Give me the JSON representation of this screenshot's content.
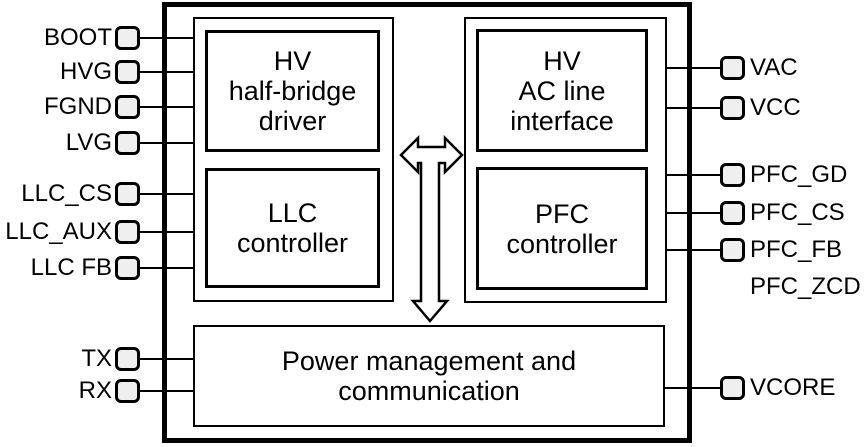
{
  "blocks": {
    "hv_half_bridge_driver": {
      "lines": [
        "HV",
        "half-bridge",
        "driver"
      ]
    },
    "llc_controller": {
      "lines": [
        "LLC",
        "controller"
      ]
    },
    "hv_ac_line_interface": {
      "lines": [
        "HV",
        "AC line",
        "interface"
      ]
    },
    "pfc_controller": {
      "lines": [
        "PFC",
        "controller"
      ]
    },
    "power_management": {
      "lines": [
        "Power management and",
        "communication"
      ]
    }
  },
  "pins_left": [
    {
      "label": "BOOT",
      "has_pad": true
    },
    {
      "label": "HVG",
      "has_pad": true
    },
    {
      "label": "FGND",
      "has_pad": true
    },
    {
      "label": "LVG",
      "has_pad": true
    },
    {
      "label": "LLC_CS",
      "has_pad": true
    },
    {
      "label": "LLC_AUX",
      "has_pad": true
    },
    {
      "label": "LLC FB",
      "has_pad": true
    },
    {
      "label": "TX",
      "has_pad": true
    },
    {
      "label": "RX",
      "has_pad": true
    }
  ],
  "pins_right": [
    {
      "label": "VAC",
      "has_pad": true
    },
    {
      "label": "VCC",
      "has_pad": true
    },
    {
      "label": "PFC_GD",
      "has_pad": true
    },
    {
      "label": "PFC_CS",
      "has_pad": true
    },
    {
      "label": "PFC_FB",
      "has_pad": true
    },
    {
      "label": "PFC_ZCD",
      "has_pad": false
    },
    {
      "label": "VCORE",
      "has_pad": true
    }
  ],
  "colors": {
    "line": "#000000",
    "pad_fill": "#efefef",
    "background": "#ffffff",
    "block_fill": "#ffffff"
  }
}
